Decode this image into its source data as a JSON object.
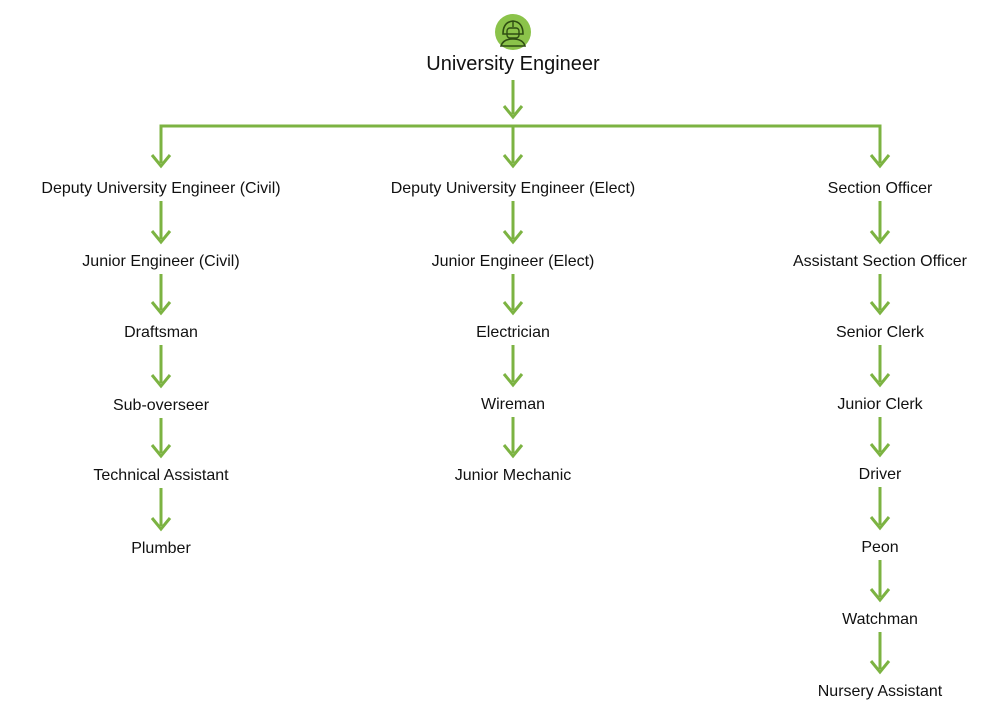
{
  "colors": {
    "accent": "#7cb342",
    "text": "#111111",
    "icon_bg": "#8bc34a"
  },
  "root": {
    "label": "University Engineer",
    "icon": "engineer-icon"
  },
  "columns": [
    {
      "items": [
        "Deputy University Engineer (Civil)",
        "Junior Engineer (Civil)",
        "Draftsman",
        "Sub-overseer",
        "Technical Assistant",
        "Plumber"
      ]
    },
    {
      "items": [
        "Deputy University Engineer (Elect)",
        "Junior Engineer (Elect)",
        "Electrician",
        "Wireman",
        "Junior Mechanic"
      ]
    },
    {
      "items": [
        "Section Officer",
        "Assistant Section Officer",
        "Senior Clerk",
        "Junior Clerk",
        "Driver",
        "Peon",
        "Watchman",
        "Nursery Assistant"
      ]
    }
  ]
}
